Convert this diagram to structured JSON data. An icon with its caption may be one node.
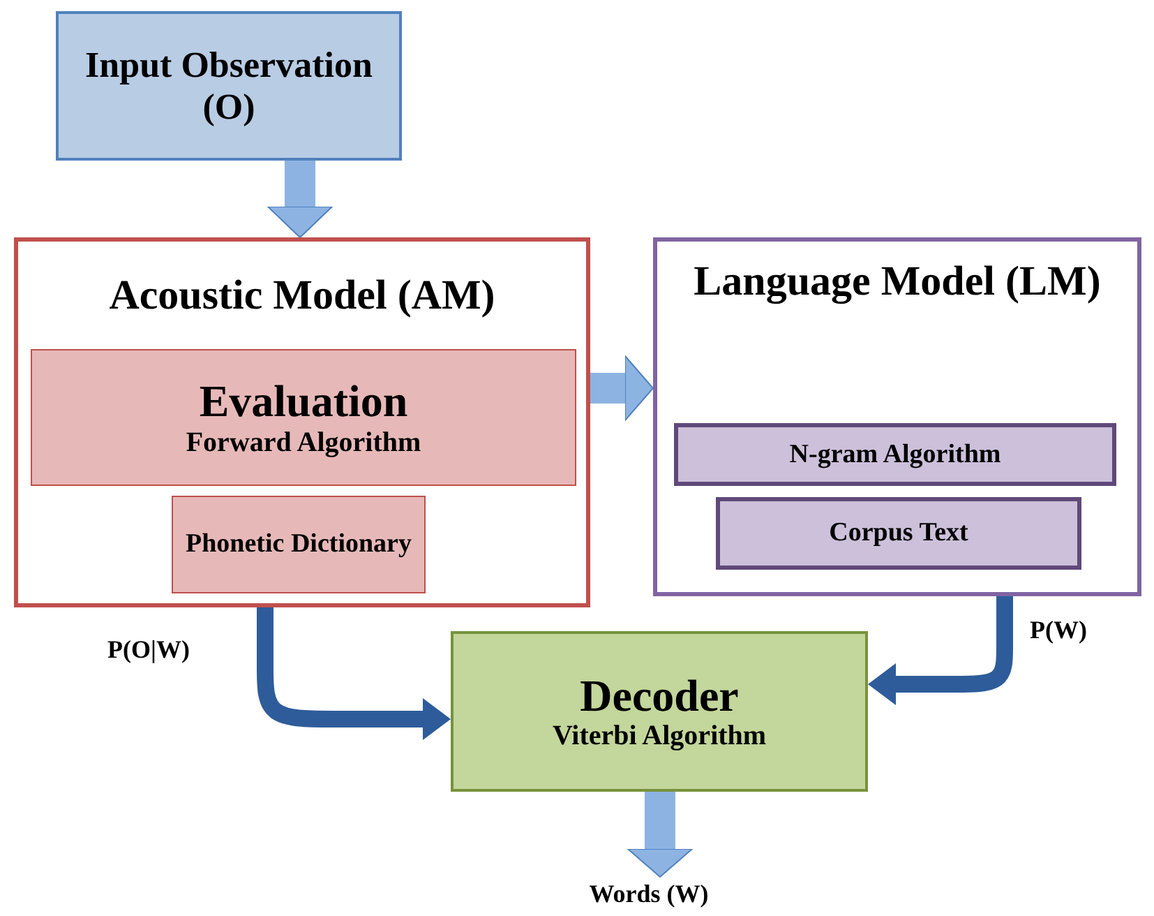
{
  "diagram": {
    "nodes": [
      {
        "text": [
          "Input Observation (O)"
        ]
      },
      {
        "text": [
          "Acoustic Model (AM)"
        ]
      },
      {
        "text": [
          "Evaluation",
          "Forward Algorithm"
        ],
        "in": 1
      },
      {
        "text": [
          "Phonetic Dictionary"
        ],
        "in": 1
      },
      {
        "text": [
          "Language Model (LM)"
        ]
      },
      {
        "text": [
          "N-gram Algorithm"
        ],
        "in": 4
      },
      {
        "text": [
          "Corpus Text"
        ],
        "in": 4
      },
      {
        "text": [
          "Decoder",
          "Viterbi Algorithm"
        ]
      },
      {
        "text": [
          "Words (W)"
        ]
      }
    ],
    "edges": [
      {
        "from": 0,
        "to": 1,
        "arrow": "to"
      },
      {
        "from": 1,
        "to": 4,
        "arrow": "to"
      },
      {
        "from": 1,
        "to": 7,
        "arrow": "to",
        "label": "P(O|W)",
        "color": "#2e5c9a"
      },
      {
        "from": 4,
        "to": 7,
        "arrow": "to",
        "label": "P(W)",
        "color": "#2e5c9a"
      },
      {
        "from": 7,
        "to": 8,
        "arrow": "to"
      }
    ]
  }
}
